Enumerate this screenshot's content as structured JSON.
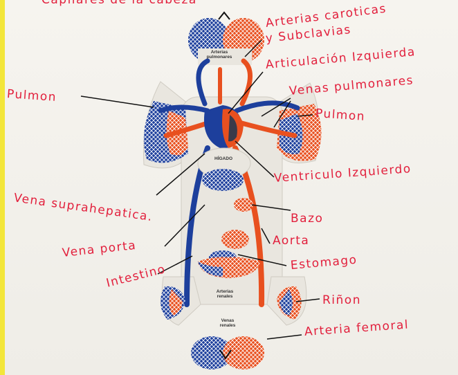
{
  "labels": {
    "capilares": "Capilares de la cabeza",
    "arterias_carotidas_1": "Arterias caroticas",
    "arterias_carotidas_2": "y Subclavias",
    "auricula": "Articulación Izquierda",
    "venas_pulmonares": "Venas pulmonares",
    "pulmon_left": "Pulmon",
    "pulmon_right": "Pulmon",
    "ventriculo": "Ventriculo Izquierdo",
    "vena_suprahepatica": "Vena suprahepatica.",
    "bazo": "Bazo",
    "vena_porta": "Vena porta",
    "aorta": "Aorta",
    "intestino": "Intestino",
    "estomago": "Estomago",
    "rinon": "Riñon",
    "arteria_femoral": "Arteria femoral"
  },
  "diagram_text": {
    "arterias_pulmonares_1": "Arterias",
    "arterias_pulmonares_2": "pulmonares",
    "higado": "HÍGADO",
    "arterias_renales_1": "Arterias",
    "arterias_renales_2": "renales",
    "venas_renales_1": "Venas",
    "venas_renales_2": "renales"
  },
  "colors": {
    "artery": "#e8501f",
    "vein": "#1d3f9c",
    "ink": "#e21f3c",
    "heart": "#3a3a4a"
  }
}
